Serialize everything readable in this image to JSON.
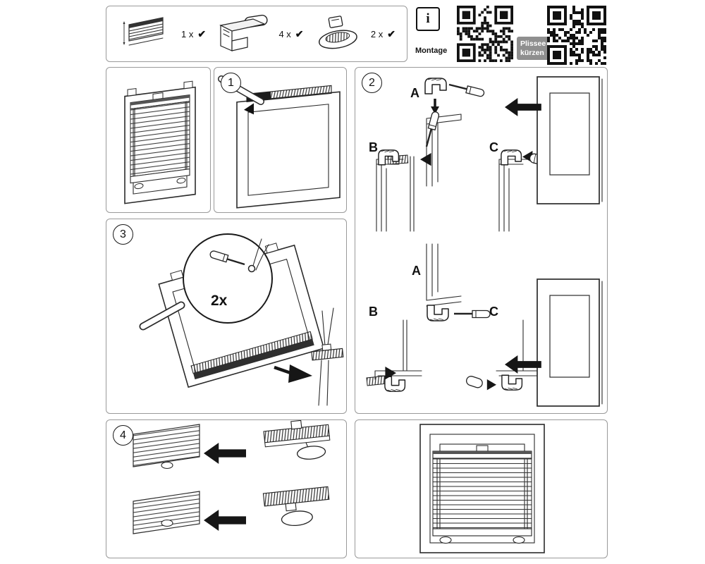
{
  "legend": {
    "items": [
      {
        "qty": "1 x",
        "check": "✔"
      },
      {
        "qty": "4 x",
        "check": "✔"
      },
      {
        "qty": "2 x",
        "check": "✔"
      }
    ]
  },
  "info": {
    "icon": "i",
    "qr_montage_label": "Montage",
    "kuerzen_line1": "Plissee",
    "kuerzen_line2": "kürzen"
  },
  "steps": {
    "s1": "1",
    "s2": "2",
    "s3": "3",
    "s4": "4"
  },
  "step2_top": {
    "a": "A",
    "b": "B",
    "c": "C"
  },
  "step2_bottom": {
    "a": "A",
    "b": "B",
    "c": "C"
  },
  "step3": {
    "repeat": "2x"
  }
}
